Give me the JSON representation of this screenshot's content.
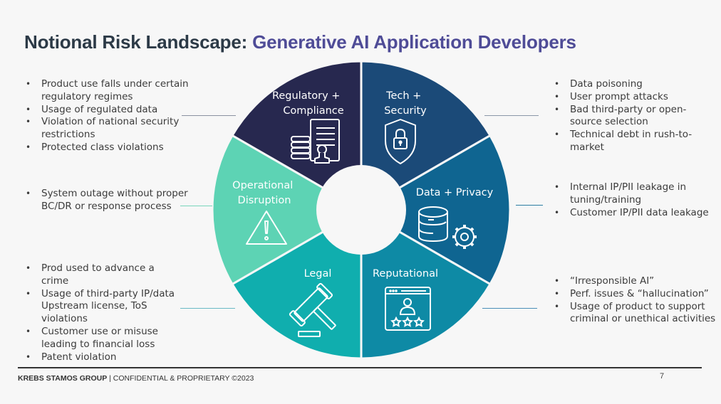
{
  "title": {
    "prefix": "Notional Risk Landscape: ",
    "highlight": "Generative AI Application Developers",
    "prefix_color": "#2c3a47",
    "highlight_color": "#4f4c97"
  },
  "wheel": {
    "segments": [
      {
        "id": "regulatory",
        "label_lines": [
          "Regulatory +",
          "Compliance"
        ],
        "color": "#27284f",
        "icon": "document-stamp-icon"
      },
      {
        "id": "tech",
        "label_lines": [
          "Tech +",
          "Security"
        ],
        "color": "#1b4a78",
        "icon": "shield-lock-icon"
      },
      {
        "id": "data",
        "label_lines": [
          "Data + Privacy"
        ],
        "color": "#0f6591",
        "icon": "database-gear-icon"
      },
      {
        "id": "reputational",
        "label_lines": [
          "Reputational"
        ],
        "color": "#0e8aa5",
        "icon": "rating-window-icon"
      },
      {
        "id": "legal",
        "label_lines": [
          "Legal"
        ],
        "color": "#10aeae",
        "icon": "gavel-icon"
      },
      {
        "id": "operational",
        "label_lines": [
          "Operational",
          "Disruption"
        ],
        "color": "#5dd3b4",
        "icon": "warning-triangle-icon"
      }
    ]
  },
  "risks": {
    "regulatory": [
      "Product use falls under certain regulatory regimes",
      "Usage of regulated data",
      "Violation of national security restrictions",
      "Protected class violations"
    ],
    "operational": [
      "System outage without proper BC/DR or response process"
    ],
    "legal": [
      "Prod used to advance a crime",
      "Usage of third-party IP/data Upstream license, ToS violations",
      "Customer use or misuse leading to financial loss",
      "Patent violation"
    ],
    "tech": [
      "Data poisoning",
      "User prompt attacks",
      "Bad third-party or open-source selection",
      "Technical debt in rush-to-market"
    ],
    "data": [
      "Internal IP/PII leakage in tuning/training",
      "Customer IP/PII data leakage"
    ],
    "reputational": [
      "“Irresponsible AI”",
      "Perf. issues & “hallucination”",
      "Usage of product to support criminal or unethical activities"
    ]
  },
  "footer": {
    "company": "KREBS STAMOS GROUP",
    "notice": " | CONFIDENTIAL & PROPRIETARY ©2023",
    "page": "7"
  }
}
